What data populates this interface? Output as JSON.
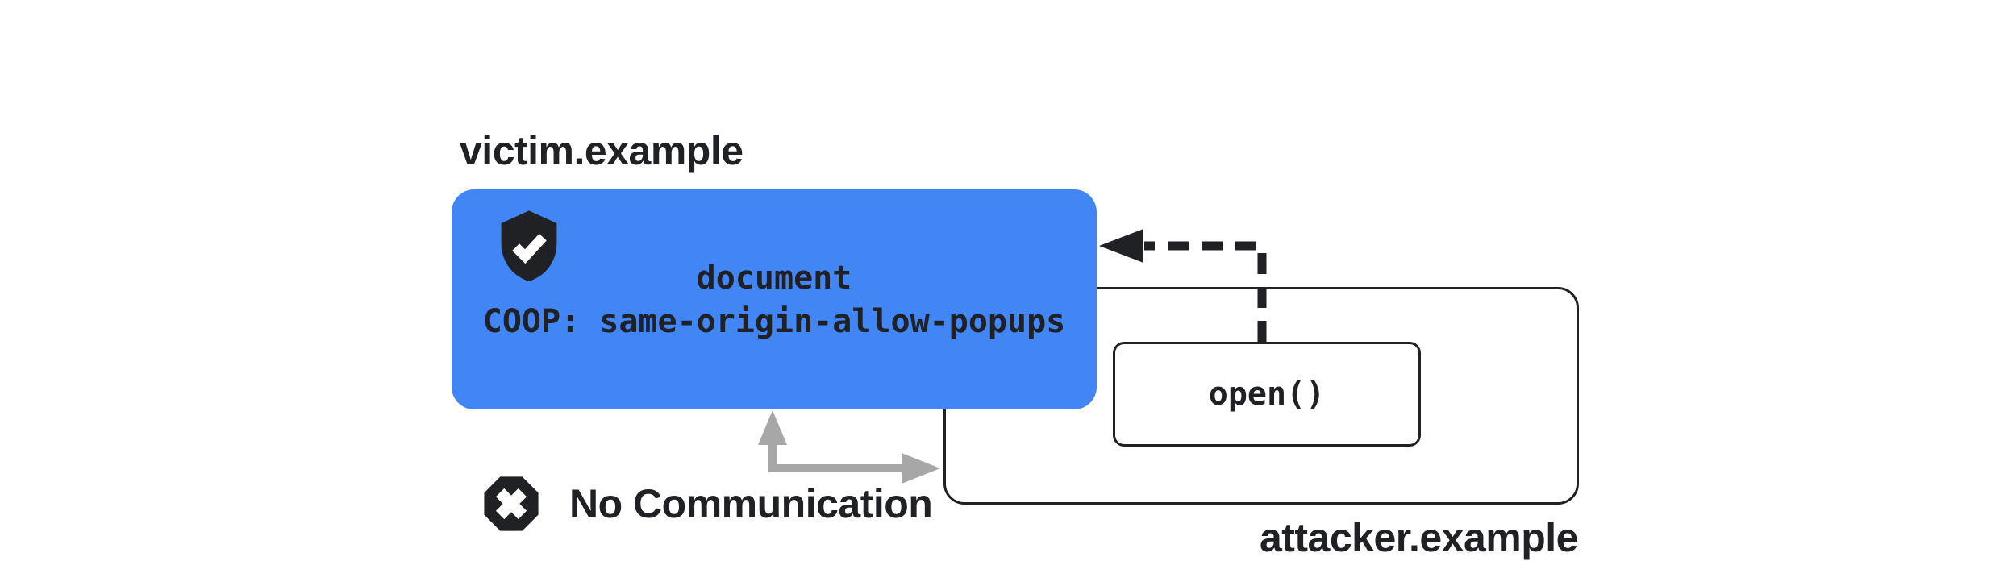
{
  "victim": {
    "domain": "victim.example",
    "doc_label": "document",
    "coop_header": "COOP: same-origin-allow-popups",
    "shield_icon": "shield-check-icon",
    "box_color": "#4285F4"
  },
  "attacker": {
    "domain": "attacker.example",
    "open_call": "open()"
  },
  "connections": {
    "no_communication_label": "No Communication",
    "no_communication_icon": "octagon-x-icon",
    "popup_open_arrow_icon": "dashed-left-arrow"
  },
  "colors": {
    "accent_blue": "#4285F4",
    "ink": "#202124",
    "arrow_gray": "#a7a7a7",
    "background": "#ffffff"
  }
}
